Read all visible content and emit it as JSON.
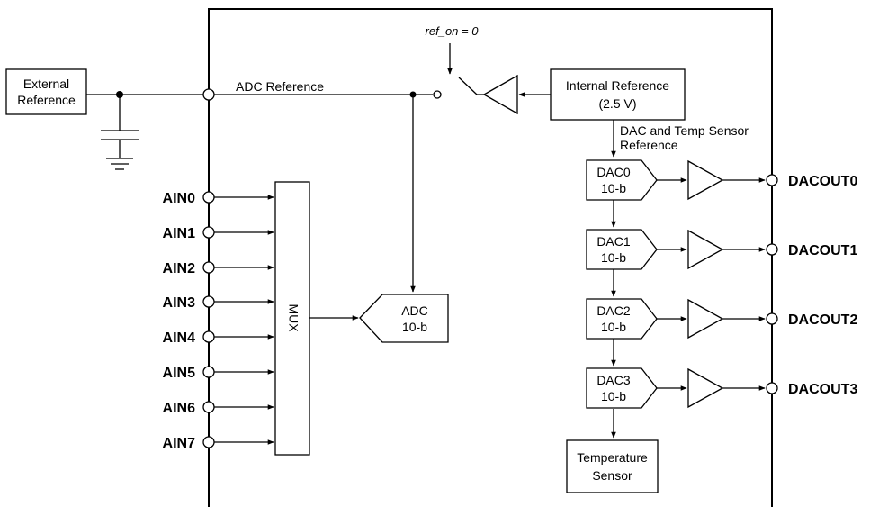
{
  "external_reference": {
    "line1": "External",
    "line2": "Reference"
  },
  "adc_reference_label": "ADC Reference",
  "ref_on_label": "ref_on = 0",
  "internal_reference": {
    "line1": "Internal Reference",
    "line2": "(2.5 V)"
  },
  "dac_temp_reference": {
    "line1": "DAC and Temp Sensor",
    "line2": "Reference"
  },
  "analog_inputs": [
    "AIN0",
    "AIN1",
    "AIN2",
    "AIN3",
    "AIN4",
    "AIN5",
    "AIN6",
    "AIN7"
  ],
  "mux_label": "MUX",
  "adc": {
    "line1": "ADC",
    "line2": "10-b"
  },
  "dacs": [
    {
      "name": "DAC0",
      "res": "10-b",
      "output": "DACOUT0"
    },
    {
      "name": "DAC1",
      "res": "10-b",
      "output": "DACOUT1"
    },
    {
      "name": "DAC2",
      "res": "10-b",
      "output": "DACOUT2"
    },
    {
      "name": "DAC3",
      "res": "10-b",
      "output": "DACOUT3"
    }
  ],
  "temperature_sensor": {
    "line1": "Temperature",
    "line2": "Sensor"
  }
}
